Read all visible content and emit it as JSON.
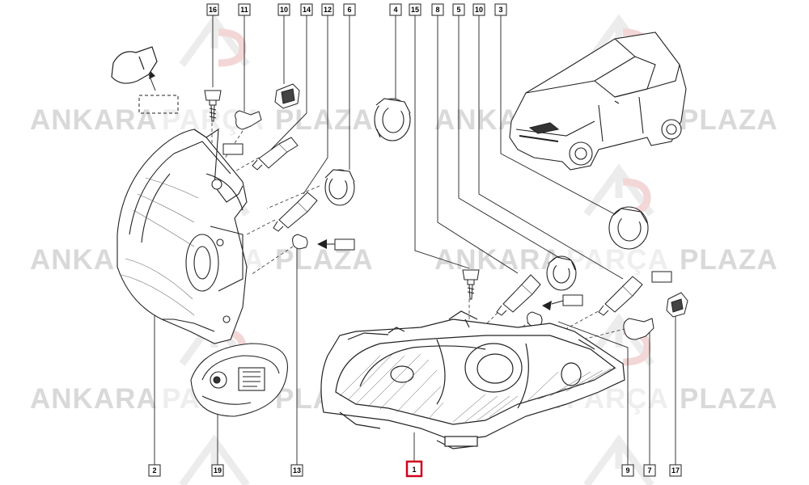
{
  "watermark": {
    "brand_left": "ANKARA",
    "brand_mid": "PARÇA",
    "brand_right": "PLAZA",
    "color": "#d9d9d9",
    "mid_color": "#eeeeee",
    "logo_color": "#eaeaea",
    "logo_accent": "#f3d6d6"
  },
  "callouts_top": [
    "16",
    "11",
    "10",
    "14",
    "12",
    "6",
    "4",
    "15",
    "8",
    "5",
    "10",
    "3"
  ],
  "callouts_bottom": [
    "2",
    "19",
    "13",
    "1",
    "9",
    "7",
    "17"
  ],
  "highlight_color": "#d0021b"
}
